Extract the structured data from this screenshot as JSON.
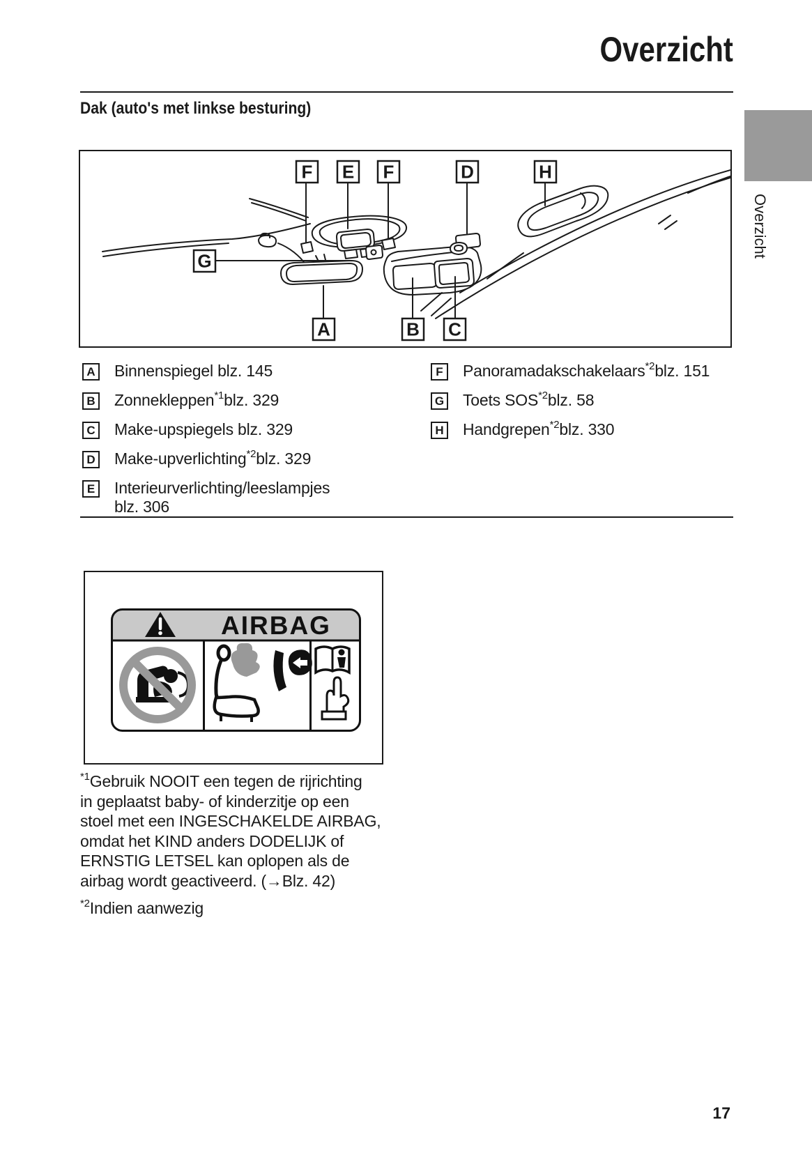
{
  "page": {
    "title": "Overzicht",
    "side_tab": "Overzicht",
    "section_heading": "Dak (auto's met linkse besturing)",
    "page_number": "17"
  },
  "diagram": {
    "labels_top": [
      "F",
      "E",
      "F",
      "D",
      "H"
    ],
    "label_g": "G",
    "labels_bottom": [
      "A",
      "B",
      "C"
    ]
  },
  "legend": {
    "left": [
      {
        "letter": "A",
        "pre": "Binnenspiegel blz. 145",
        "sup": "",
        "post": ""
      },
      {
        "letter": "B",
        "pre": "Zonnekleppen",
        "sup": "*1",
        "post": "blz. 329"
      },
      {
        "letter": "C",
        "pre": "Make-upspiegels blz. 329",
        "sup": "",
        "post": ""
      },
      {
        "letter": "D",
        "pre": "Make-upverlichting",
        "sup": "*2",
        "post": "blz. 329"
      },
      {
        "letter": "E",
        "pre": "Interieurverlichting/leeslampjes\nblz. 306",
        "sup": "",
        "post": ""
      }
    ],
    "right": [
      {
        "letter": "F",
        "pre": "Panoramadakschakelaars",
        "sup": "*2",
        "post": "blz. 151"
      },
      {
        "letter": "G",
        "pre": "Toets SOS",
        "sup": "*2",
        "post": "blz. 58"
      },
      {
        "letter": "H",
        "pre": "Handgrepen",
        "sup": "*2",
        "post": "blz. 330"
      }
    ]
  },
  "airbag": {
    "header": "AIRBAG"
  },
  "footnotes": {
    "f1": {
      "sup": "*1",
      "text": "Gebruik NOOIT een tegen de rijrichting\nin geplaatst baby- of kinderzitje op een\nstoel met een INGESCHAKELDE AIRBAG,\nomdat het KIND anders DODELIJK of\nERNSTIG LETSEL kan oplopen als de\nairbag wordt geactiveerd. (→Blz. 42)"
    },
    "f2": {
      "sup": "*2",
      "text": "Indien aanwezig"
    }
  },
  "colors": {
    "text": "#1a1a1a",
    "tab_gray": "#9a9a9a",
    "airbag_header_gray": "#c9c9c9",
    "prohibition_gray": "#999999"
  }
}
